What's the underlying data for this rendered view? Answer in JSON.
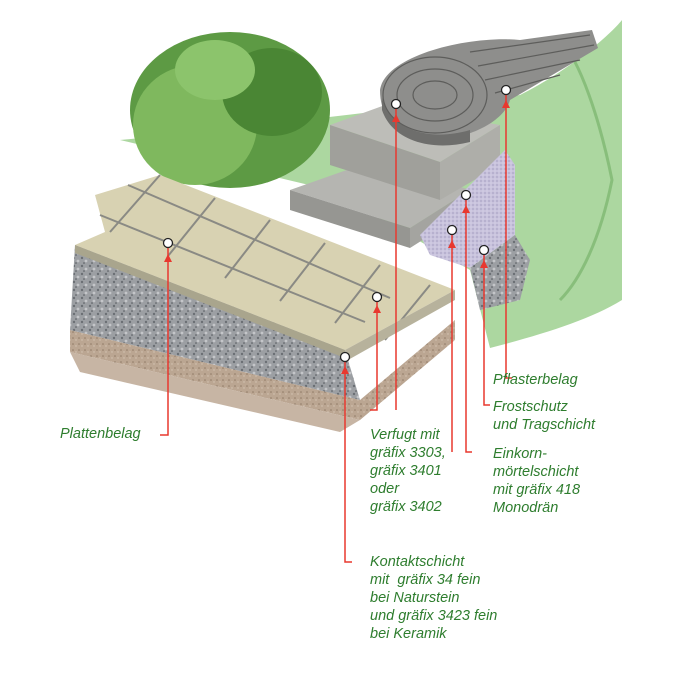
{
  "colors": {
    "label_green": "#2e7d2e",
    "callout_red": "#e8382f"
  },
  "labels": {
    "plattenbelag": "Plattenbelag",
    "verfugt": "Verfugt mit\ngräfix 3303,\ngräfix 3401\noder\ngräfix 3402",
    "kontaktschicht": "Kontaktschicht\nmit  gräfix 34 fein\nbei Naturstein\nund gräfix 3423 fein\nbei Keramik",
    "pflasterbelag": "Pflasterbelag",
    "frostschutz": "Frostschutz\nund Tragschicht",
    "einkorn": "Einkorn-\nmörtelschicht\nmit gräfix 418\nMonodrän"
  }
}
